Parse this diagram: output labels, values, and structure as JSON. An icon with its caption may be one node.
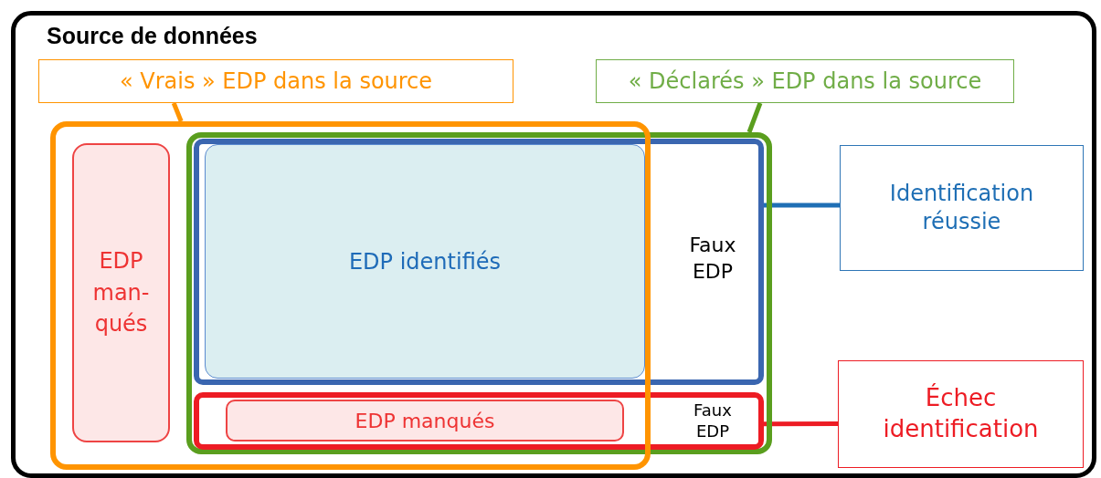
{
  "diagram": {
    "nodes": [
      {
        "text": [
          "Source de données"
        ]
      },
      {
        "text": [
          "« Vrais » EDP dans la source"
        ],
        "in": 0
      },
      {
        "text": [
          "« Déclarés » EDP dans la source"
        ],
        "in": 0
      },
      {
        "text": [],
        "shape": "box",
        "in": 0
      },
      {
        "text": [],
        "shape": "box",
        "in": 0
      },
      {
        "text": [],
        "shape": "box",
        "in": 4
      },
      {
        "text": [
          "EDP identifiés"
        ],
        "in": 5
      },
      {
        "text": [
          "EDP man- qués"
        ],
        "in": 3
      },
      {
        "text": [],
        "shape": "box",
        "in": 4
      },
      {
        "text": [
          "EDP manqués"
        ],
        "in": 8
      },
      {
        "text": [
          "Identification réussie"
        ],
        "in": 0
      },
      {
        "text": [
          "Échec identification"
        ],
        "in": 0
      }
    ],
    "edges": [
      {
        "from": 1,
        "to": 3,
        "arrow": "none",
        "color": "#ff9400"
      },
      {
        "from": 2,
        "to": 4,
        "arrow": "none",
        "color": "#5a9e1e"
      },
      {
        "from": 5,
        "to": 10,
        "arrow": "none",
        "color": "#1f6fb5"
      },
      {
        "from": 8,
        "to": 11,
        "arrow": "none",
        "color": "#ed1c24"
      }
    ],
    "labels": [
      "Faux EDP",
      "Faux EDP"
    ]
  }
}
